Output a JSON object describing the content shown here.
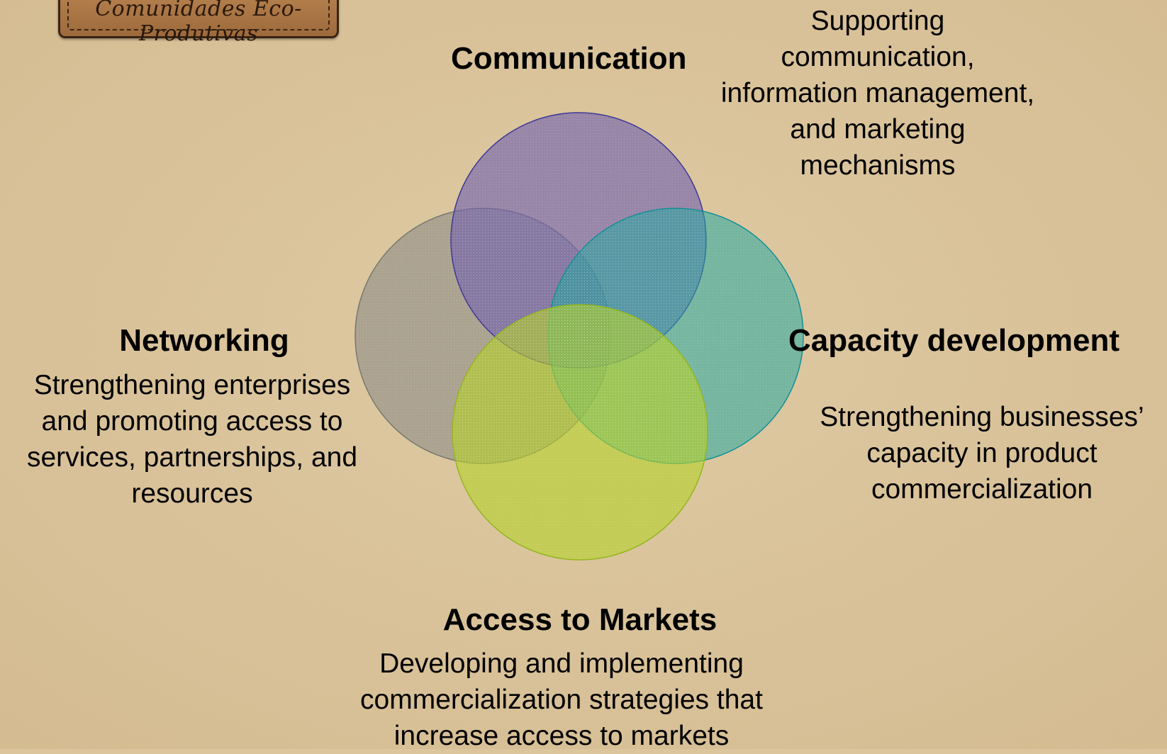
{
  "logo": {
    "text": "Comunidades Eco-Produtivas"
  },
  "diagram": {
    "colors": {
      "communication": "#6f5fae",
      "networking": "#8c8c86",
      "capacity": "#22a8a0",
      "markets": "#b5d12a"
    },
    "sections": {
      "communication": {
        "title": "Communication",
        "description": "Supporting\ncommunication,\ninformation management,\nand marketing\nmechanisms"
      },
      "networking": {
        "title": "Networking",
        "description": "Strengthening enterprises\nand promoting access to\nservices, partnerships, and\nresources"
      },
      "capacity": {
        "title": "Capacity development",
        "description": "Strengthening businesses’\ncapacity in product\ncommercialization"
      },
      "markets": {
        "title": "Access to Markets",
        "description": "Developing and implementing\ncommercialization strategies that\nincrease access to markets"
      }
    }
  }
}
